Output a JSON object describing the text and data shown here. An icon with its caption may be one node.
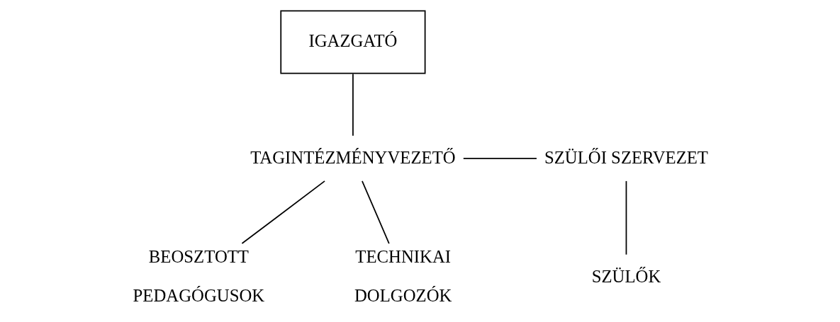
{
  "diagram": {
    "nodes": [
      {
        "text": [
          "IGAZGATÓ"
        ]
      },
      {
        "text": [
          "TAGINTÉZMÉNYVEZETŐ"
        ]
      },
      {
        "text": [
          "SZÜLŐI SZERVEZET"
        ]
      },
      {
        "text": [
          "BEOSZTOTT PEDAGÓGUSOK"
        ]
      },
      {
        "text": [
          "TECHNIKAI DOLGOZÓK"
        ]
      },
      {
        "text": [
          "SZÜLŐK"
        ]
      }
    ],
    "edges": [
      {
        "from": 0,
        "to": 1,
        "arrow": "none"
      },
      {
        "from": 1,
        "to": 2,
        "arrow": "none"
      },
      {
        "from": 1,
        "to": 3,
        "arrow": "none"
      },
      {
        "from": 1,
        "to": 4,
        "arrow": "none"
      },
      {
        "from": 2,
        "to": 5,
        "arrow": "none"
      }
    ]
  }
}
